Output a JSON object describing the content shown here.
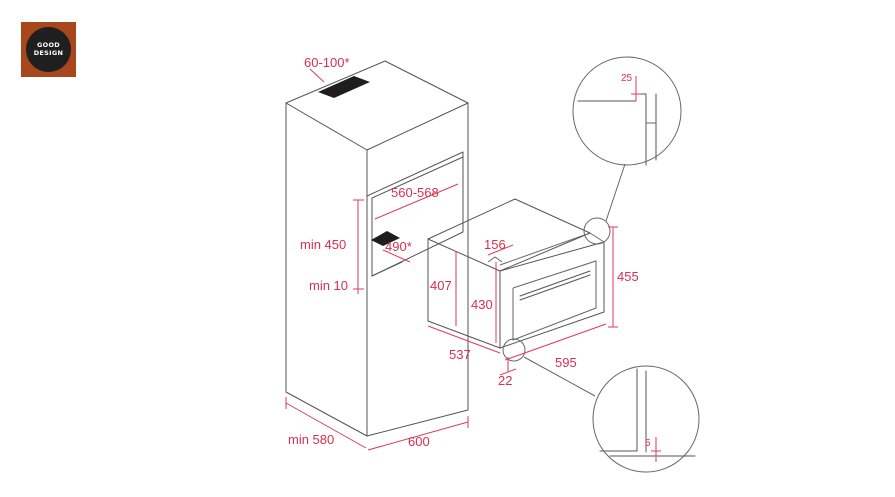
{
  "logo": {
    "line1": "GOOD",
    "line2": "DESIGN"
  },
  "dimensions": {
    "top_vent": "60-100*",
    "niche_width": "560-568",
    "niche_depth": "490*",
    "min_height": "min 450",
    "min_gap": "min 10",
    "cabinet_depth": "min 580",
    "cabinet_width": "600",
    "oven_height_body": "407",
    "oven_height_front": "430",
    "oven_depth_top": "156",
    "oven_total_height": "455",
    "oven_depth": "537",
    "oven_width": "595",
    "bottom_offset": "22",
    "detail_top": "25",
    "detail_bottom": "5"
  },
  "colors": {
    "dimension": "#d8304f",
    "line": "#555555",
    "logo_bg": "#a8461c"
  }
}
